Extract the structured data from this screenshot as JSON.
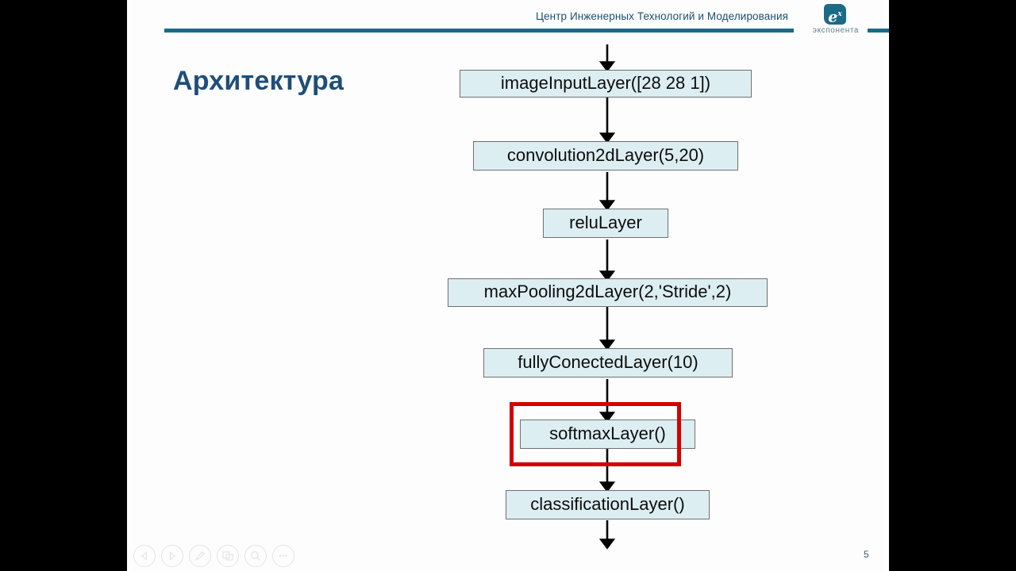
{
  "window": {
    "background_color": "#000000",
    "slide_background": "#fdfdfd"
  },
  "header": {
    "org_title": "Центр Инженерных Технологий и Моделирования",
    "logo": {
      "mark_letter": "e",
      "mark_superscript": "x",
      "wordmark": "экспонента",
      "color": "#1b6a86"
    },
    "rule_color": "#1b6a86"
  },
  "slide": {
    "title": "Архитектура",
    "title_color": "#1f4e79",
    "number": "5"
  },
  "diagram": {
    "type": "flowchart",
    "orientation": "top-to-bottom",
    "node_fill": "#ddeef2",
    "node_border": "#707070",
    "highlight_color": "#d40000",
    "nodes": [
      {
        "id": "image-input-layer",
        "label": "imageInputLayer([28 28 1])"
      },
      {
        "id": "convolution2d-layer",
        "label": "convolution2dLayer(5,20)"
      },
      {
        "id": "relu-layer",
        "label": "reluLayer"
      },
      {
        "id": "maxpooling2d-layer",
        "label": "maxPooling2dLayer(2,'Stride',2)"
      },
      {
        "id": "fully-connected-layer",
        "label": "fullyConectedLayer(10)"
      },
      {
        "id": "softmax-layer",
        "label": "softmaxLayer()"
      },
      {
        "id": "classification-layer",
        "label": "classificationLayer()"
      }
    ],
    "highlighted_node": "softmax-layer"
  },
  "controls": [
    {
      "name": "previous-slide-button",
      "icon": "triangle-left-icon"
    },
    {
      "name": "next-slide-button",
      "icon": "triangle-right-icon"
    },
    {
      "name": "pen-tool-button",
      "icon": "pen-icon"
    },
    {
      "name": "slide-overview-button",
      "icon": "grid-slides-icon"
    },
    {
      "name": "zoom-button",
      "icon": "magnifier-icon"
    },
    {
      "name": "more-options-button",
      "icon": "ellipsis-icon",
      "glyph": "•••"
    }
  ]
}
